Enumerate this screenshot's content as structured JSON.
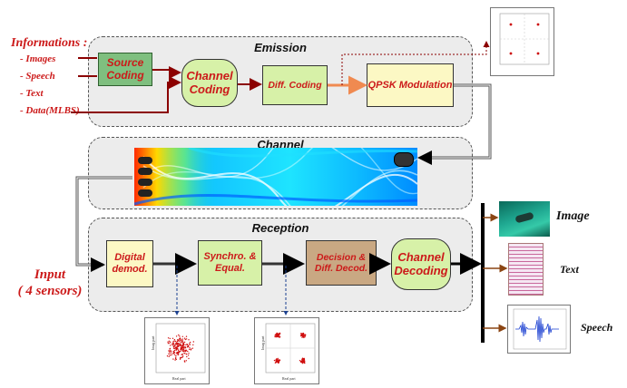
{
  "panels": {
    "emission": "Emission",
    "channel": "Channel",
    "reception": "Reception"
  },
  "informations": {
    "title": "Informations :",
    "items": [
      "- Images",
      "- Speech",
      "- Text",
      "- Data(MLBS)"
    ]
  },
  "emission_blocks": {
    "source_coding": "Source Coding",
    "channel_coding": "Channel Coding",
    "diff_coding": "Diff. Coding",
    "qpsk": "QPSK Modulation"
  },
  "reception_blocks": {
    "digital_demod": "Digital demod.",
    "synchro": "Synchro. & Equal.",
    "decision": "Decision & Diff. Decod.",
    "channel_decoding": "Channel Decoding"
  },
  "input": {
    "line1": "Input",
    "line2": "( 4 sensors)"
  },
  "outputs": {
    "image": "Image",
    "text": "Text",
    "speech": "Speech"
  },
  "constellation_axes": {
    "real": "Real part",
    "imag": "Imag part"
  },
  "colors": {
    "yellow_box": "#fcf8c4",
    "green_box": "#d7f1a8",
    "source_box": "#7fbf7f",
    "decision_box": "#c9a883",
    "info_red": "#cc1a1a",
    "arrow_red": "#8b0000",
    "arrow_brown": "#8b4513"
  }
}
